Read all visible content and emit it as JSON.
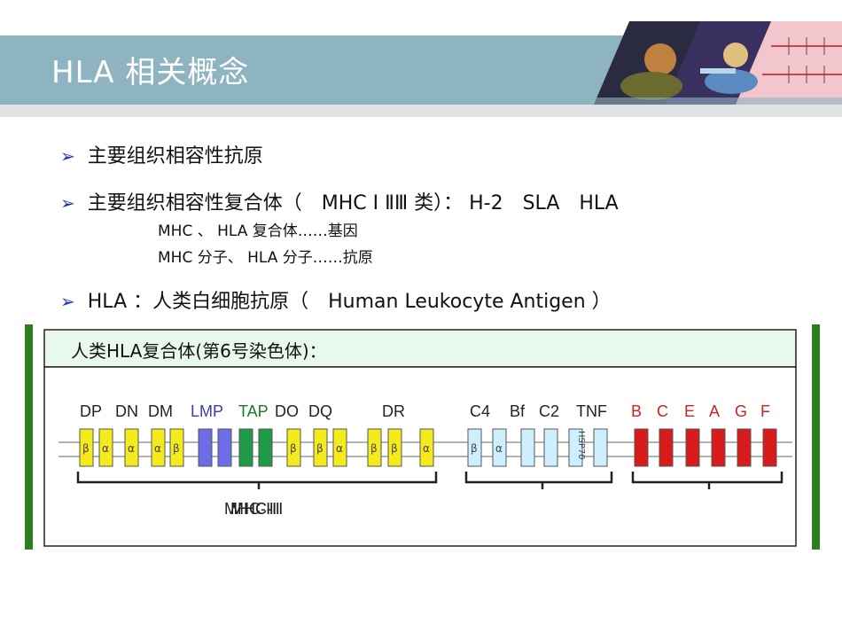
{
  "slide": {
    "title": "HLA 相关概念"
  },
  "bullets": [
    {
      "text": "主要组织相容性抗原"
    },
    {
      "text": "主要组织相容性复合体（　MHC  Ⅰ ⅡⅢ 类）： H-2　SLA　HLA"
    },
    {
      "text": "HLA ：人类白细胞抗原（　Human Leukocyte Antigen ）"
    }
  ],
  "sub_lines": [
    "MHC 、 HLA 复合体……基因",
    "MHC 分子、 HLA 分子……抗原"
  ],
  "figure": {
    "header": "人类HLA复合体(第6号染色体)：",
    "gene_labels": [
      {
        "text": "DP",
        "color": "#222222"
      },
      {
        "text": "DN",
        "color": "#222222"
      },
      {
        "text": "DM",
        "color": "#222222"
      },
      {
        "text": "LMP",
        "color": "#3a3fb0"
      },
      {
        "text": "TAP",
        "color": "#1a7a2a"
      },
      {
        "text": "DO",
        "color": "#222222"
      },
      {
        "text": "DQ",
        "color": "#222222"
      },
      {
        "text": "DR",
        "color": "#222222"
      },
      {
        "text": "C4",
        "color": "#222222"
      },
      {
        "text": "Bf",
        "color": "#222222"
      },
      {
        "text": "C2",
        "color": "#222222"
      },
      {
        "text": "TNF",
        "color": "#222222"
      },
      {
        "text": "B",
        "color": "#d42020"
      },
      {
        "text": "C",
        "color": "#d42020"
      },
      {
        "text": "E",
        "color": "#d42020"
      },
      {
        "text": "A",
        "color": "#d42020"
      },
      {
        "text": "G",
        "color": "#d42020"
      },
      {
        "text": "F",
        "color": "#d42020"
      }
    ],
    "blocks": [
      {
        "symbol": "β",
        "type": "yellow"
      },
      {
        "symbol": "α",
        "type": "yellow"
      },
      {
        "symbol": "α",
        "type": "yellow"
      },
      {
        "symbol": "α",
        "type": "yellow"
      },
      {
        "symbol": "β",
        "type": "yellow"
      },
      {
        "symbol": "",
        "type": "blue"
      },
      {
        "symbol": "",
        "type": "blue"
      },
      {
        "symbol": "",
        "type": "green"
      },
      {
        "symbol": "",
        "type": "green"
      },
      {
        "symbol": "β",
        "type": "yellow"
      },
      {
        "symbol": "β",
        "type": "yellow"
      },
      {
        "symbol": "α",
        "type": "yellow"
      },
      {
        "symbol": "β",
        "type": "yellow"
      },
      {
        "symbol": "β",
        "type": "yellow"
      },
      {
        "symbol": "α",
        "type": "yellow"
      },
      {
        "symbol": "β",
        "type": "lightblue"
      },
      {
        "symbol": "α",
        "type": "lightblue"
      },
      {
        "symbol": "",
        "type": "lightblue"
      },
      {
        "symbol": "",
        "type": "lightblue"
      },
      {
        "symbol": "HSP70",
        "type": "lightblue"
      },
      {
        "symbol": "",
        "type": "lightblue"
      },
      {
        "symbol": "",
        "type": "red"
      },
      {
        "symbol": "",
        "type": "red"
      },
      {
        "symbol": "",
        "type": "red"
      },
      {
        "symbol": "",
        "type": "red"
      },
      {
        "symbol": "",
        "type": "red"
      },
      {
        "symbol": "",
        "type": "red"
      }
    ],
    "regions": [
      {
        "label": "MHC-Ⅱ"
      },
      {
        "label": "MHC-Ⅲ"
      },
      {
        "label": "MHC-Ⅰ"
      }
    ],
    "colors": {
      "yellow": "#f5ea1c",
      "blue": "#6d6de6",
      "green": "#1e9a48",
      "lightblue": "#cdefff",
      "red": "#d81c1c",
      "frame_green": "#2e7d1e",
      "header_bg": "#e8f8ec"
    }
  }
}
